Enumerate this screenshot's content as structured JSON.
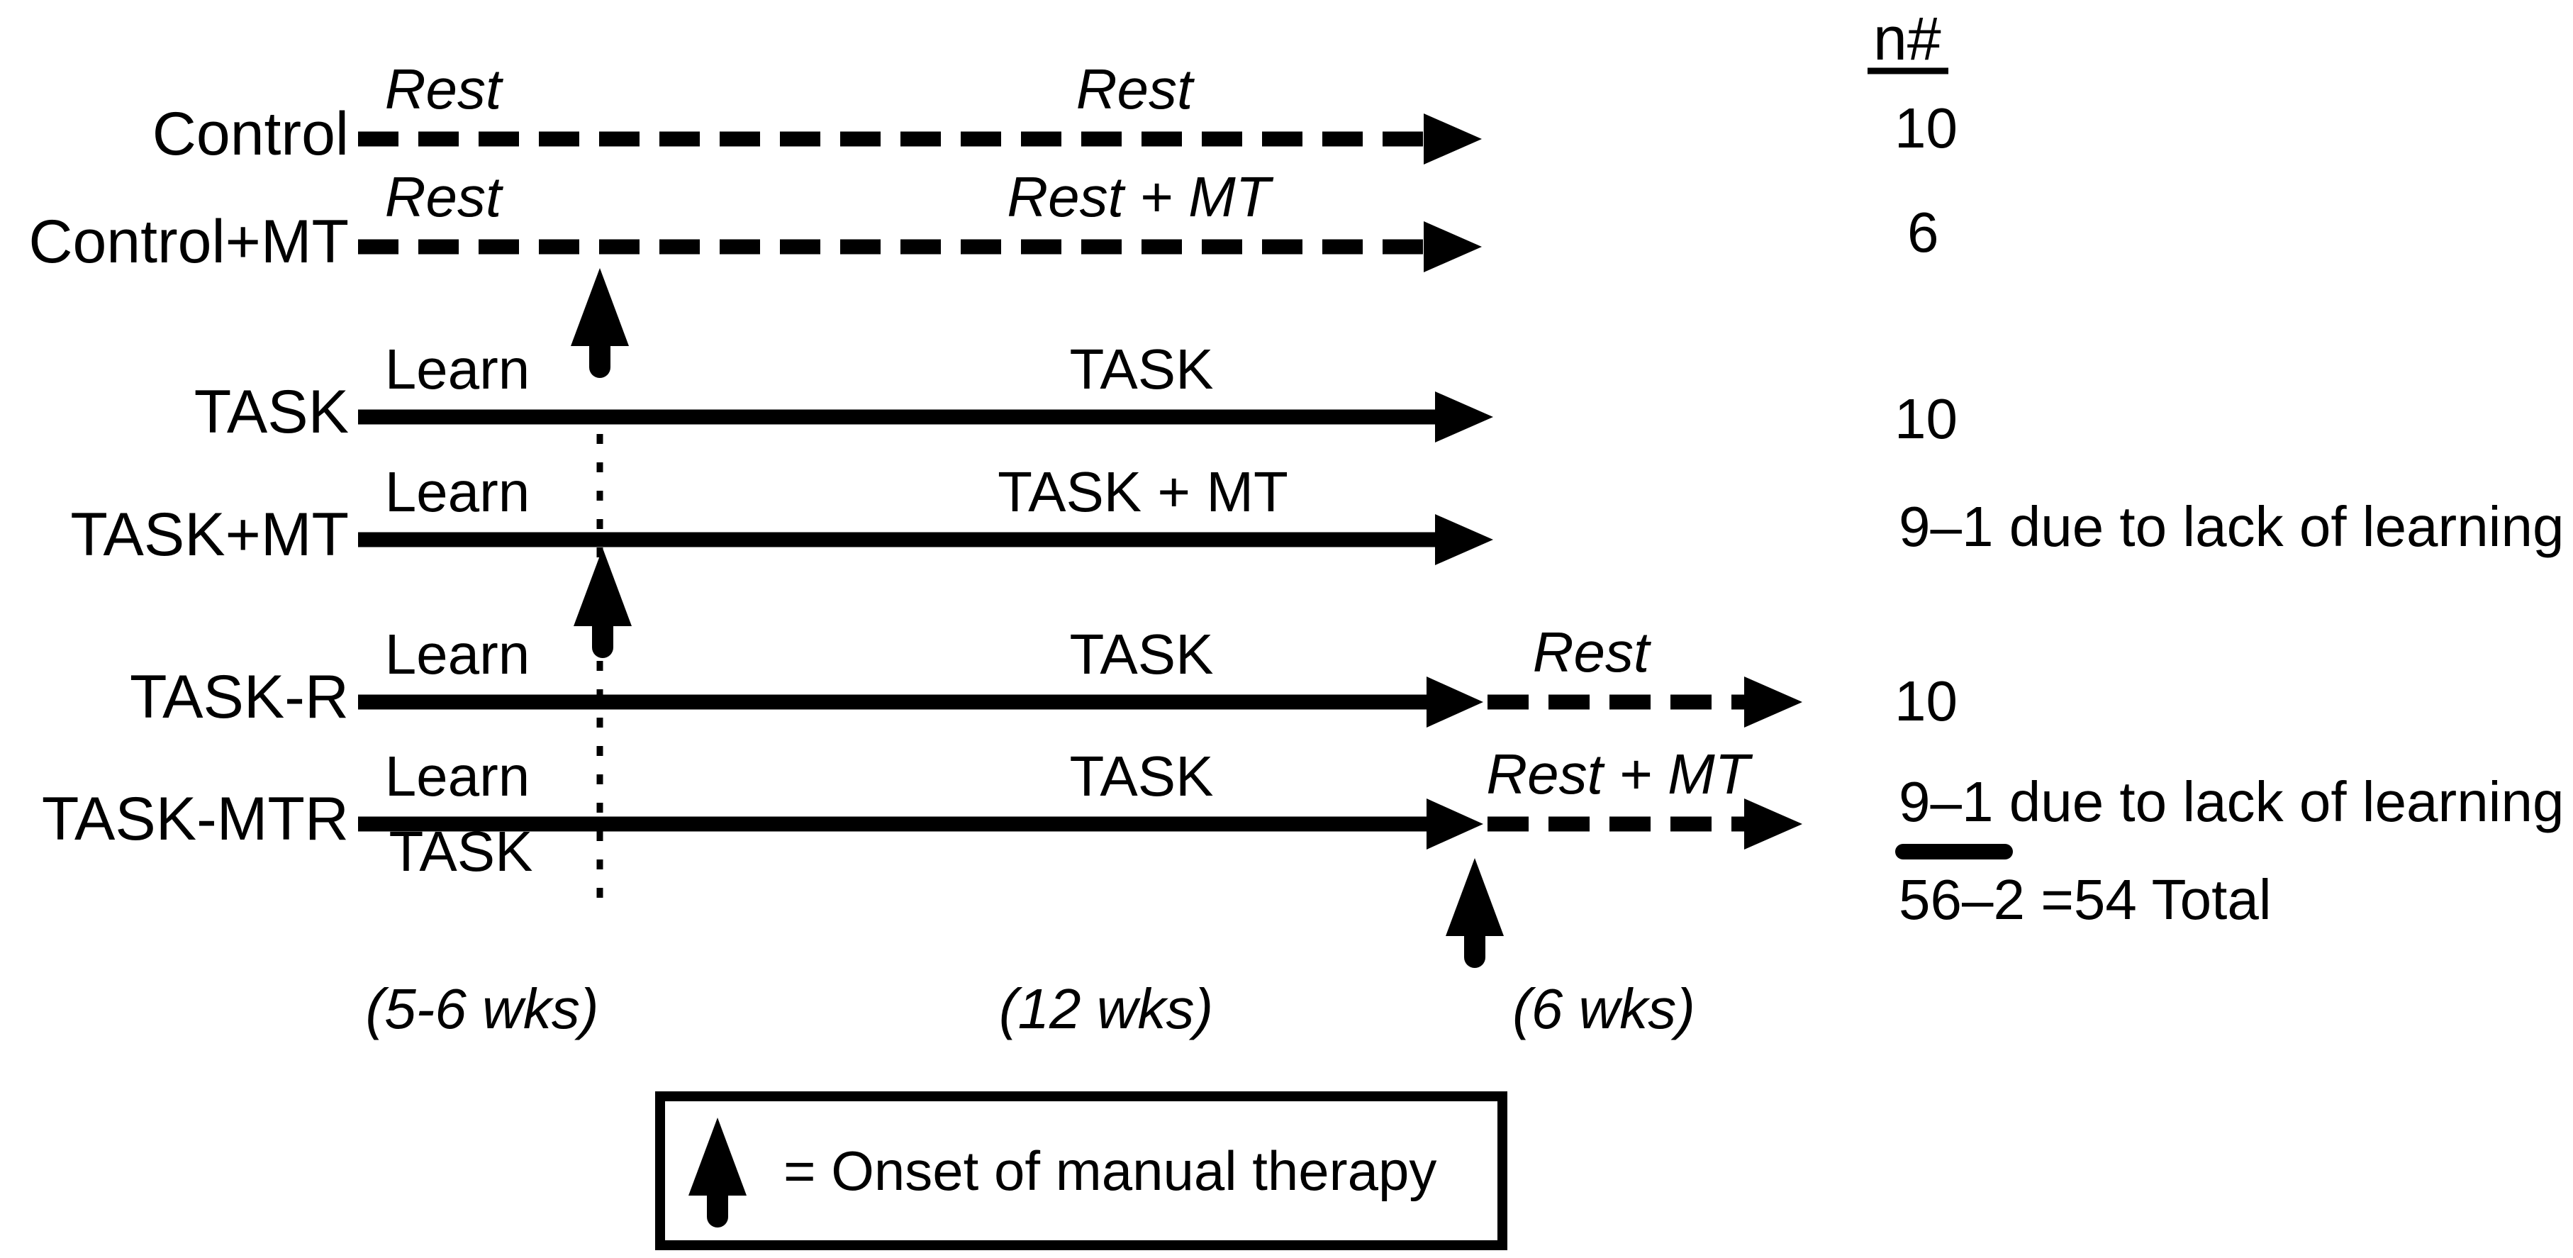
{
  "figure": {
    "type": "study-design-timeline",
    "colors": {
      "ink": "#000000",
      "background": "#ffffff"
    }
  },
  "n_column": {
    "header": "n#"
  },
  "rows": [
    {
      "label": "Control",
      "line_style": "dashed",
      "phase1_label": "Rest",
      "phase2_label": "Rest",
      "n": "10"
    },
    {
      "label": "Control+MT",
      "line_style": "dashed",
      "phase1_label": "Rest",
      "phase2_label": "Rest + MT",
      "n": "6"
    },
    {
      "label": "TASK",
      "line_style": "solid",
      "phase1_label": "Learn",
      "phase2_label": "TASK",
      "n": "10"
    },
    {
      "label": "TASK+MT",
      "line_style": "solid",
      "phase1_label": "Learn",
      "phase2_label": "TASK + MT",
      "n": "9–1 due to lack of learning"
    },
    {
      "label": "TASK-R",
      "line_style": "solid+dashed",
      "phase1_label": "Learn",
      "phase2_label": "TASK",
      "phase3_label": "Rest",
      "n": "10"
    },
    {
      "label": "TASK-MTR",
      "line_style": "solid+dashed",
      "phase1_label": "Learn",
      "phase1_below_label": "TASK",
      "phase2_label": "TASK",
      "phase3_label": "Rest + MT",
      "n": "9–1 due to lack of learning"
    }
  ],
  "total_label": "56–2 =54 Total",
  "phases": {
    "phase1": "(5-6 wks)",
    "phase2": "(12 wks)",
    "phase3": "(6 wks)"
  },
  "legend": {
    "symbol": "up-arrow",
    "label": "= Onset of manual therapy"
  }
}
